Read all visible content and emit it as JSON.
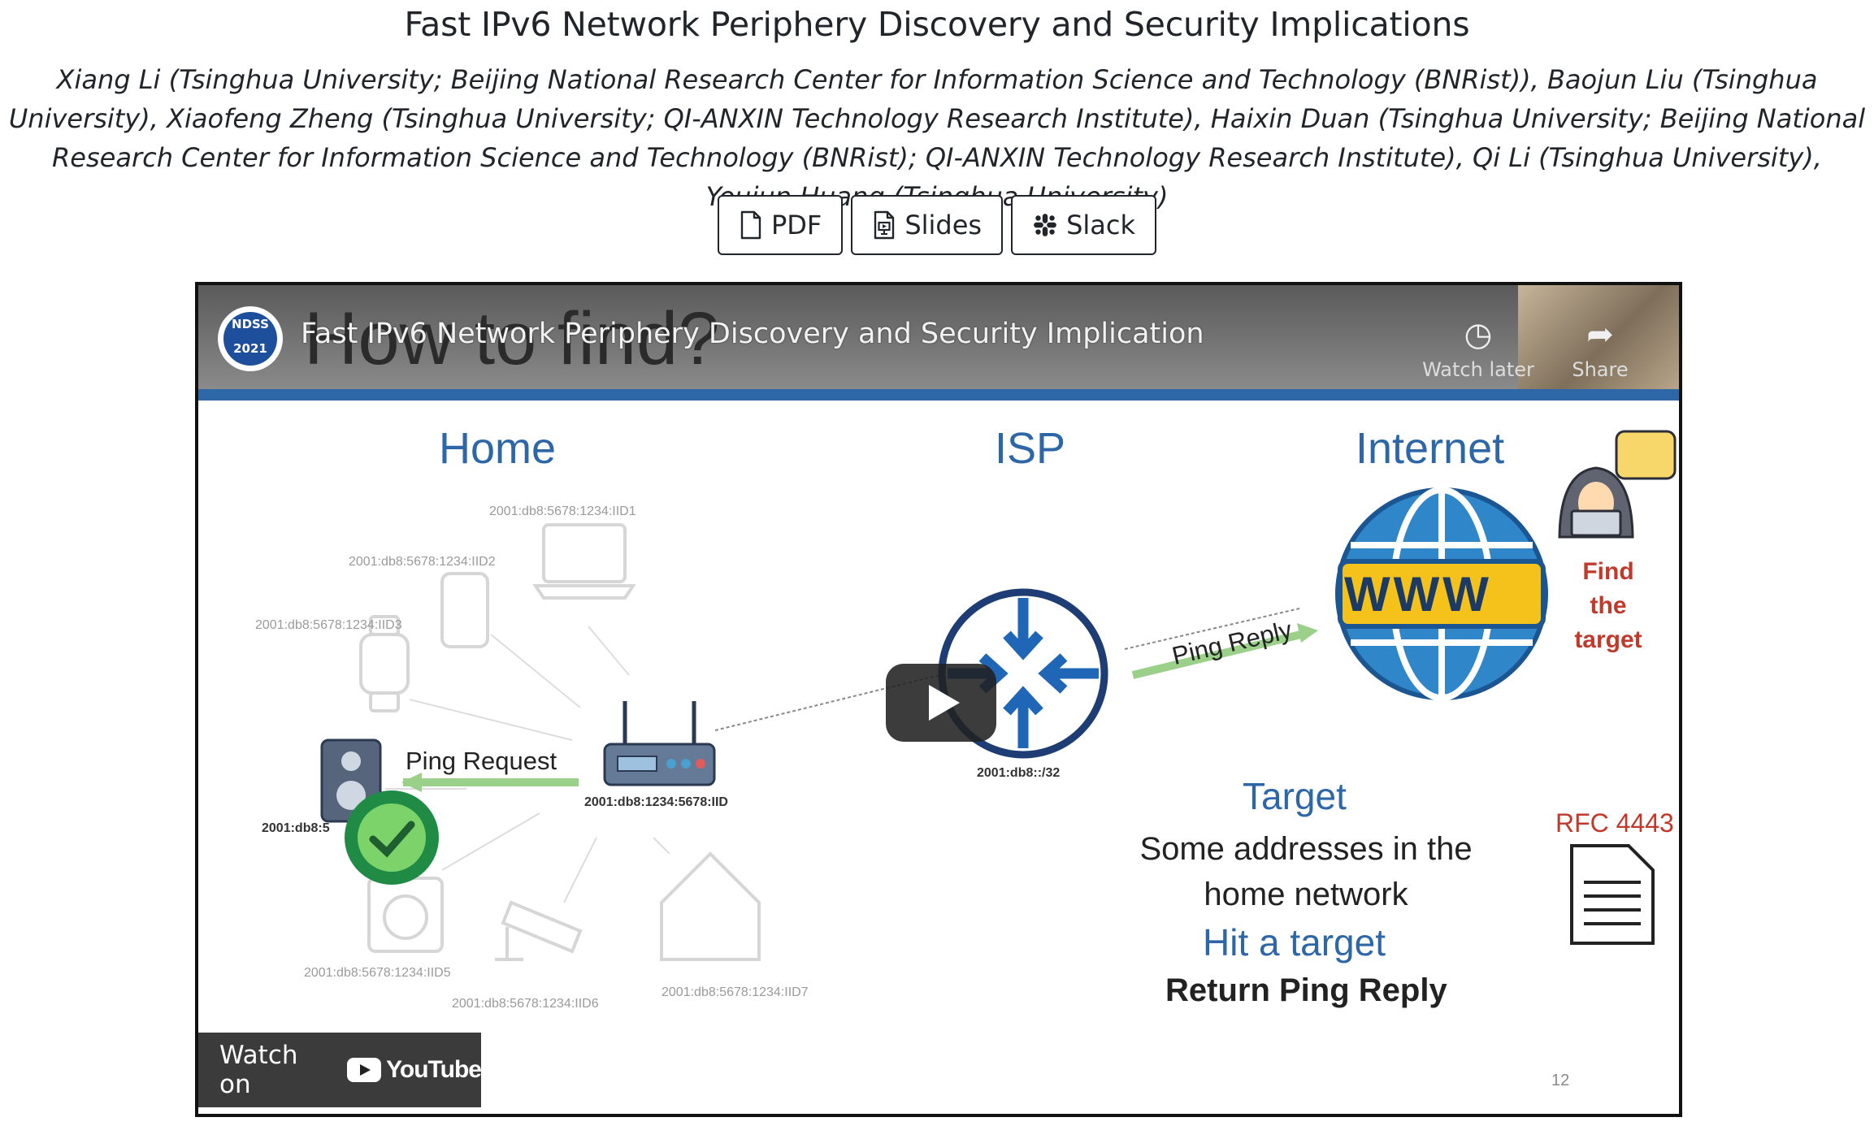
{
  "page": {
    "title": "Fast IPv6 Network Periphery Discovery and Security Implications",
    "authors": "Xiang Li (Tsinghua University; Beijing National Research Center for Information Science and Technology (BNRist)), Baojun Liu (Tsinghua University), Xiaofeng Zheng (Tsinghua University; QI-ANXIN Technology Research Institute), Haixin Duan (Tsinghua University; Beijing National Research Center for Information Science and Technology (BNRist); QI-ANXIN Technology Research Institute), Qi Li (Tsinghua University), Youjun Huang (Tsinghua University)"
  },
  "buttons": {
    "pdf": "PDF",
    "slides": "Slides",
    "slack": "Slack"
  },
  "video": {
    "title": "Fast IPv6 Network Periphery Discovery and Security Implication",
    "channel_logo_text": "NDSS 2021",
    "watch_later": "Watch later",
    "share": "Share",
    "watch_on": "Watch on",
    "youtube": "YouTube"
  },
  "slide": {
    "heading": "How to find?",
    "home": "Home",
    "isp": "ISP",
    "internet": "Internet",
    "www": "WWW",
    "find_target": [
      "Find the",
      "target"
    ],
    "ping_request": "Ping Request",
    "ping_reply": "Ping Reply",
    "isp_prefix": "2001:db8::/32",
    "router_addr": "2001:db8:1234:5678:IID",
    "speaker_addr": "2001:db8:5",
    "device_addrs": [
      "2001:db8:5678:1234:IID1",
      "2001:db8:5678:1234:IID2",
      "2001:db8:5678:1234:IID3",
      "2001:db8:5678:1234:IID5",
      "2001:db8:5678:1234:IID6",
      "2001:db8:5678:1234:IID7"
    ],
    "target_label": "Target",
    "target_desc": [
      "Some addresses in the",
      "home network"
    ],
    "hit_target": "Hit a target",
    "return_reply": "Return Ping Reply",
    "rfc": "RFC 4443",
    "page_number": "12"
  },
  "colors": {
    "slide_blue": "#2e67a8",
    "alert_red": "#c0392b",
    "ping_green": "#9bd08a"
  }
}
